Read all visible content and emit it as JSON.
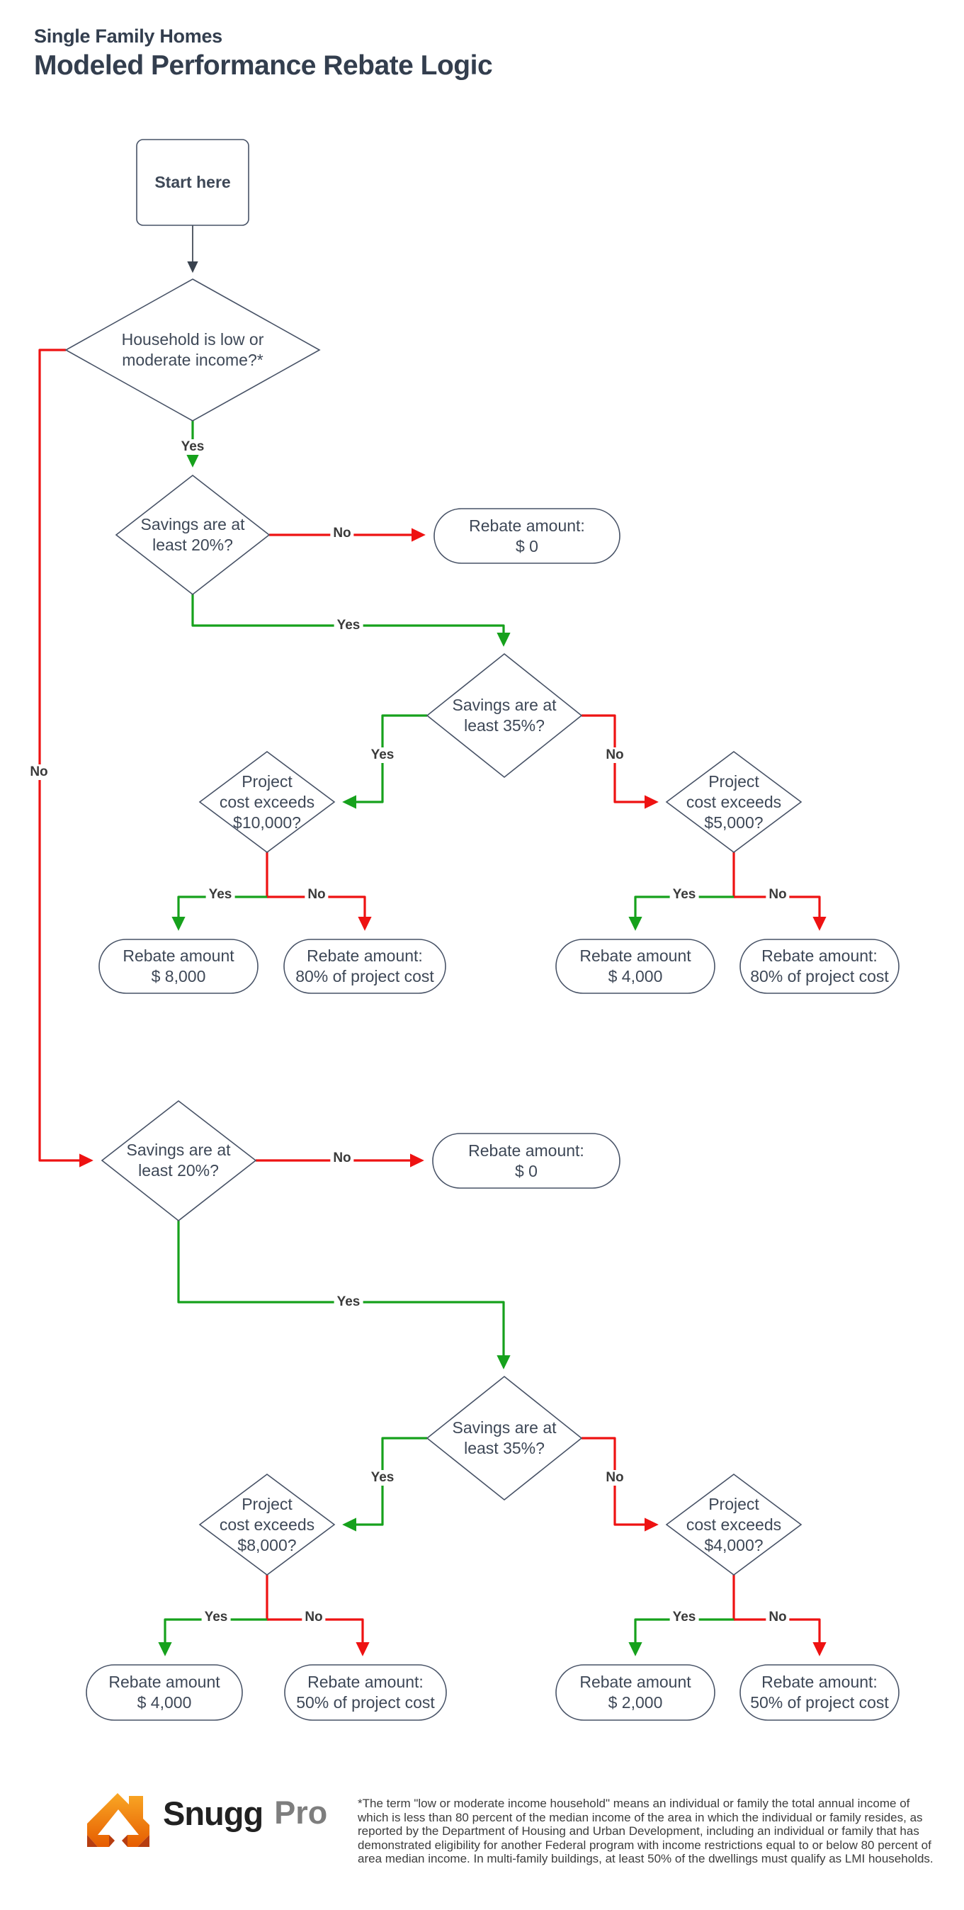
{
  "header": {
    "subtitle": "Single Family Homes",
    "title": "Modeled Performance Rebate Logic"
  },
  "labels": {
    "yes": "Yes",
    "no": "No"
  },
  "nodes": {
    "start": {
      "label": "Start here",
      "type": "rounded-rect"
    },
    "household_lmi": {
      "label": "Household is low or\nmoderate income?*",
      "type": "decision"
    },
    "s1_savings20": {
      "label": "Savings are at\nleast 20%?",
      "type": "decision"
    },
    "s1_rebate_zero": {
      "label": "Rebate amount:\n$ 0",
      "type": "terminator"
    },
    "s1_savings35": {
      "label": "Savings are at\nleast 35%?",
      "type": "decision"
    },
    "s1_cost_10000": {
      "label": "Project\ncost exceeds\n$10,000?",
      "type": "decision"
    },
    "s1_cost_5000": {
      "label": "Project\ncost exceeds\n$5,000?",
      "type": "decision"
    },
    "s1_rebate_8000": {
      "label": "Rebate amount\n$ 8,000",
      "type": "terminator"
    },
    "s1_rebate_80pct_left": {
      "label": "Rebate amount:\n80% of project cost",
      "type": "terminator"
    },
    "s1_rebate_4000": {
      "label": "Rebate amount\n$ 4,000",
      "type": "terminator"
    },
    "s1_rebate_80pct_right": {
      "label": "Rebate amount:\n80% of project cost",
      "type": "terminator"
    },
    "s2_savings20": {
      "label": "Savings are at\nleast 20%?",
      "type": "decision"
    },
    "s2_rebate_zero": {
      "label": "Rebate amount:\n$ 0",
      "type": "terminator"
    },
    "s2_savings35": {
      "label": "Savings are at\nleast 35%?",
      "type": "decision"
    },
    "s2_cost_8000": {
      "label": "Project\ncost exceeds\n$8,000?",
      "type": "decision"
    },
    "s2_cost_4000": {
      "label": "Project\ncost exceeds\n$4,000?",
      "type": "decision"
    },
    "s2_rebate_4000": {
      "label": "Rebate amount\n$ 4,000",
      "type": "terminator"
    },
    "s2_rebate_50pct_left": {
      "label": "Rebate amount:\n50% of project cost",
      "type": "terminator"
    },
    "s2_rebate_2000": {
      "label": "Rebate amount\n$ 2,000",
      "type": "terminator"
    },
    "s2_rebate_50pct_right": {
      "label": "Rebate amount:\n50% of project cost",
      "type": "terminator"
    }
  },
  "footer": {
    "brand": "Snugg",
    "brand_suffix": "Pro",
    "footnote": "*The term \"low or moderate income household\" means an individual or family the total annual income of which is less than 80 percent of the median income of the area in which the individual or family resides, as reported by the Department of Housing and Urban Development, including an individual or family that has demonstrated eligibility for another Federal program with income restrictions equal to or below 80 percent of area median income. In multi-family buildings, at least 50% of the dwellings must qualify as LMI households."
  },
  "colors": {
    "yes_green": "#16a11c",
    "no_red": "#ee1212",
    "shape_outline": "#475266",
    "node_text": "#3e4857",
    "title_text": "#333e4e",
    "logo_orange_top": "#f9a825",
    "logo_orange_bottom": "#e65c00"
  }
}
